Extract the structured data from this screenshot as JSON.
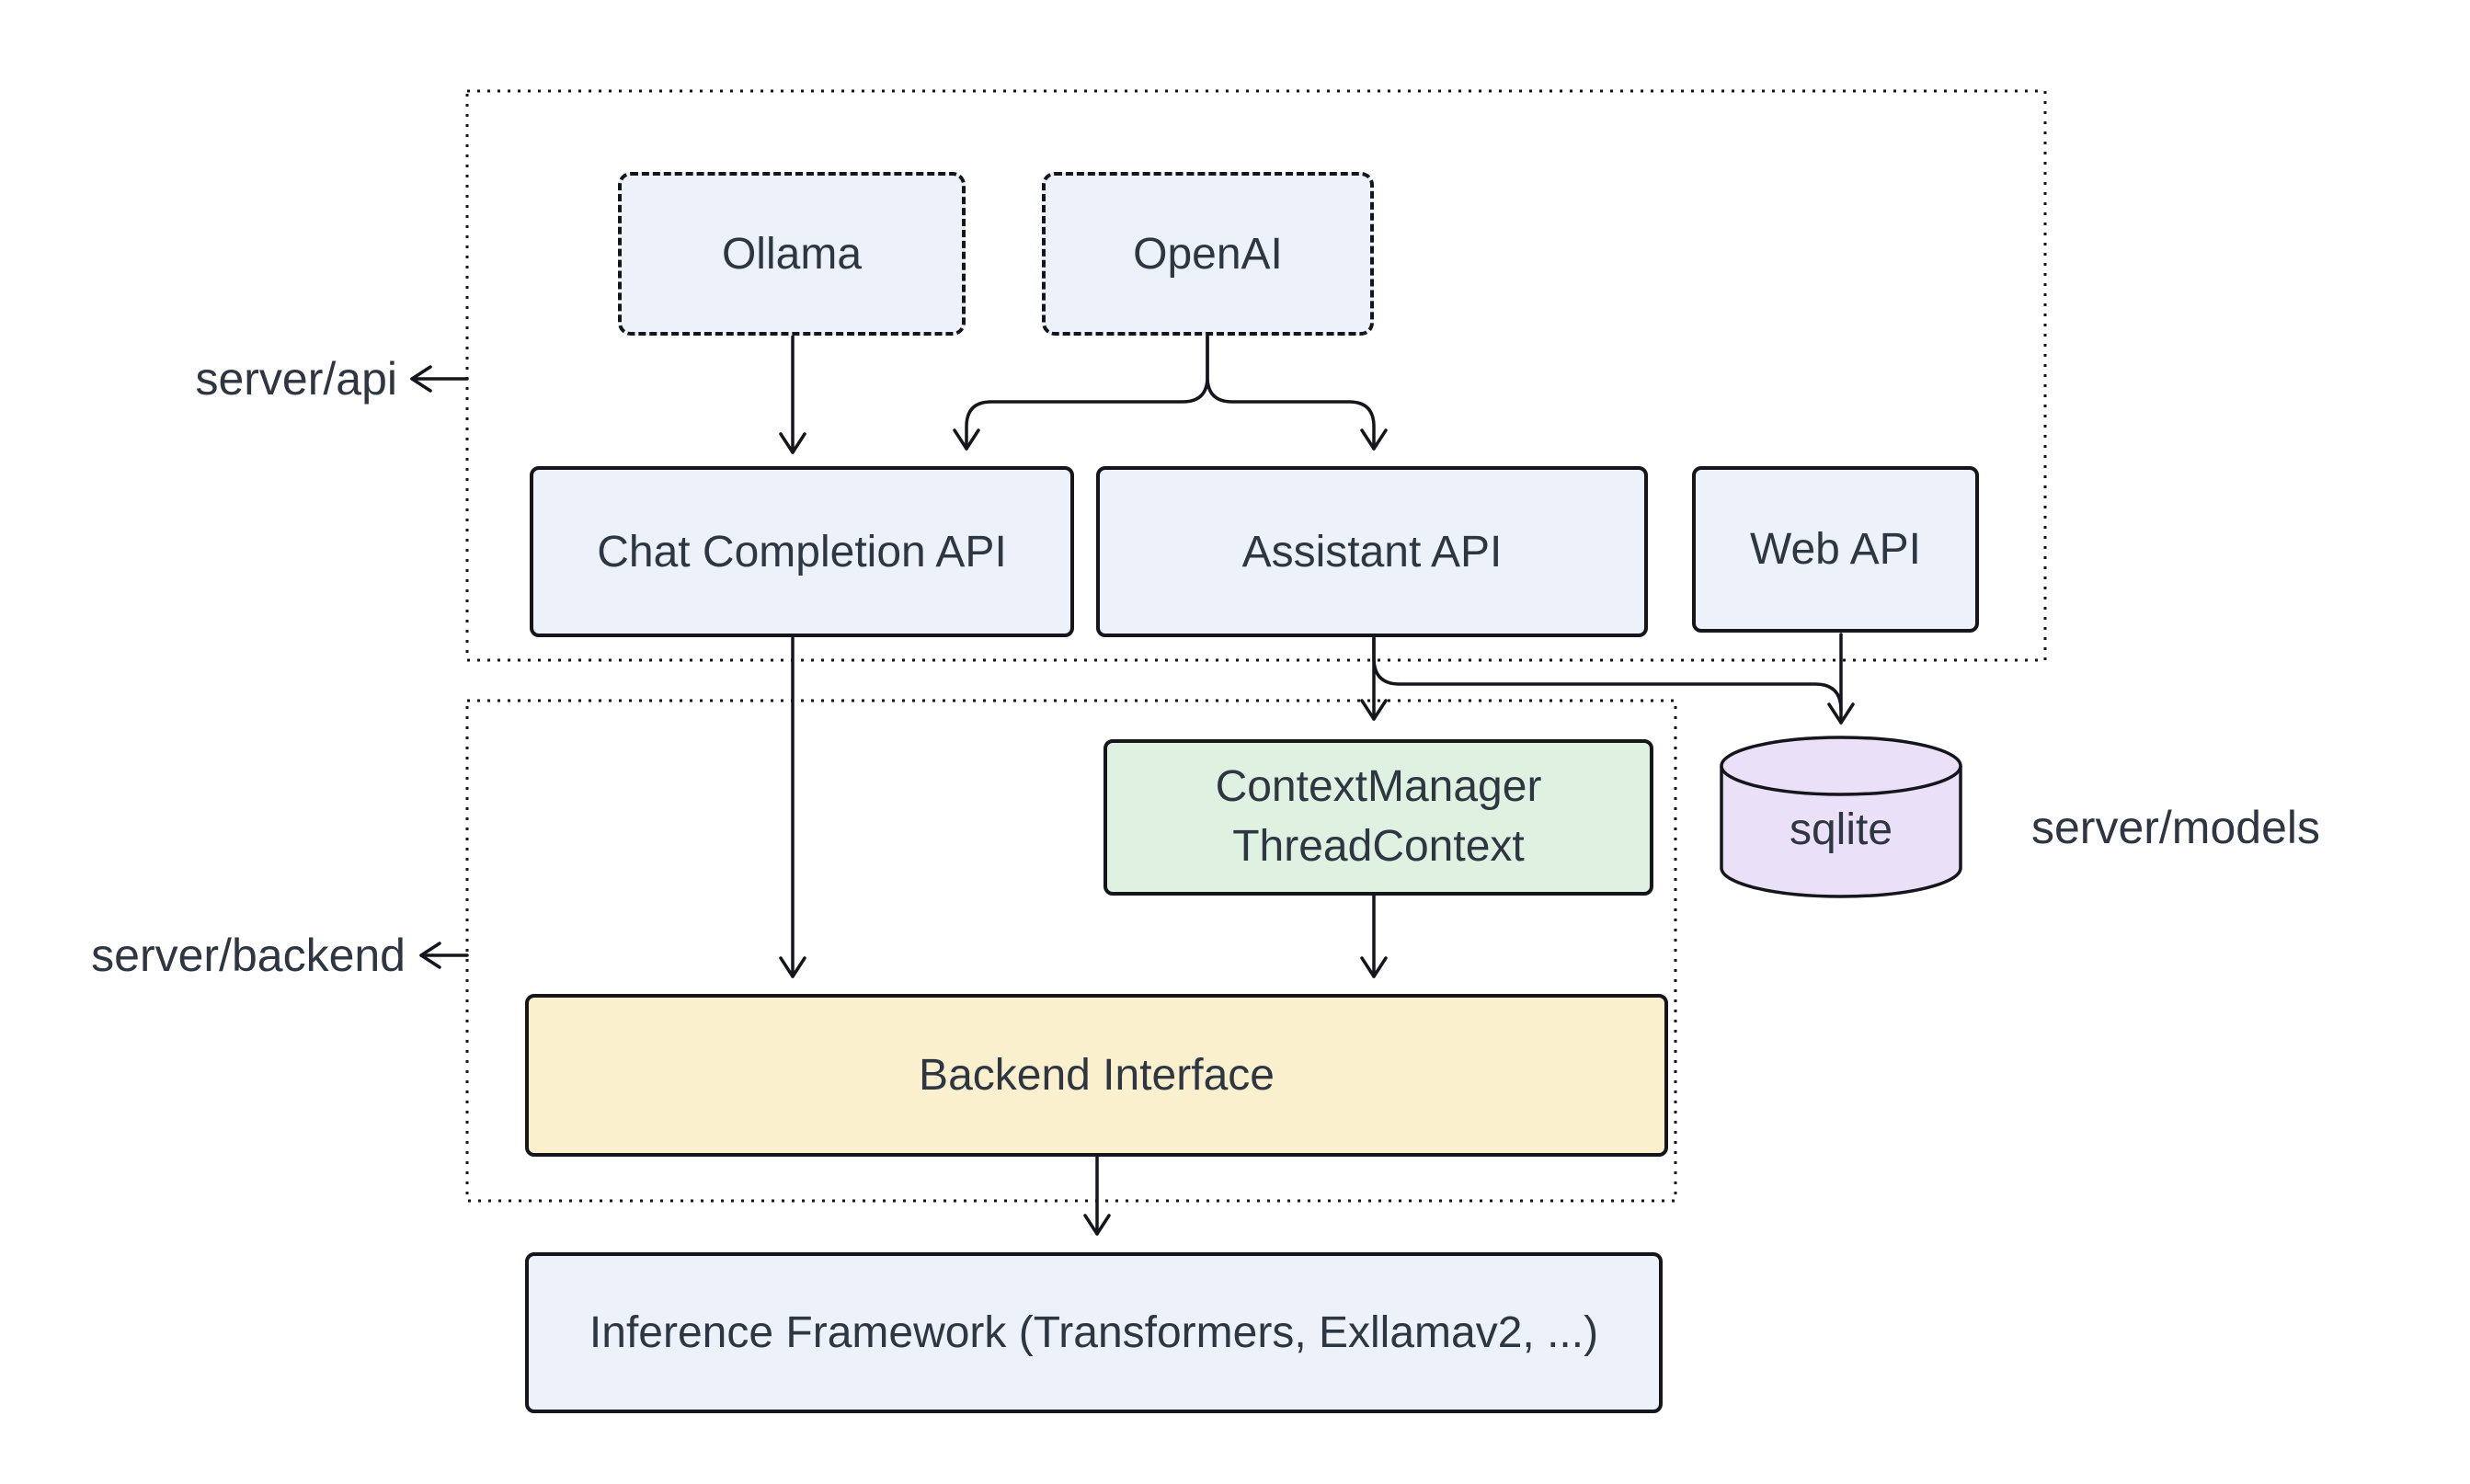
{
  "colors": {
    "background": "#ffffff",
    "stroke": "#14161c",
    "text": "#2e3642",
    "node-blue": "#edf2fa",
    "node-green": "#dff2e2",
    "node-yellow": "#fbf0ce",
    "node-purple": "#eae0f8"
  },
  "sections": {
    "api": "server/api",
    "backend": "server/backend",
    "models": "server/models"
  },
  "nodes": {
    "ollama": "Ollama",
    "openai": "OpenAI",
    "chat_completion": "Chat Completion API",
    "assistant": "Assistant API",
    "web_api": "Web API",
    "context_manager": "ContextManager",
    "thread_context": "ThreadContext",
    "backend_interface": "Backend Interface",
    "inference": "Inference Framework (Transformers, Exllamav2, ...)",
    "sqlite": "sqlite"
  }
}
